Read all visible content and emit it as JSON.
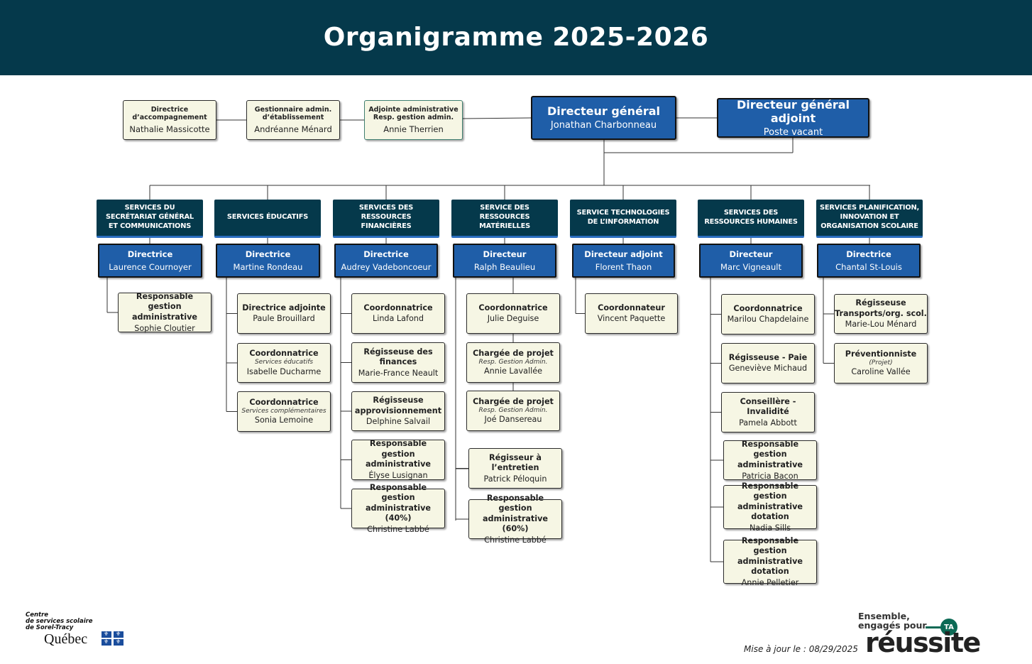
{
  "title": "Organigramme 2025-2026",
  "assistants": [
    {
      "title": "Directrice\nd’accompagnement",
      "name": "Nathalie Massicotte"
    },
    {
      "title": "Gestionnaire admin.\nd’établissement",
      "name": "Andréanne Ménard"
    },
    {
      "title": "Adjointe administrative\nResp. gestion admin.",
      "name": "Annie Therrien"
    }
  ],
  "dg": {
    "title": "Directeur général",
    "name": "Jonathan Charbonneau"
  },
  "dga": {
    "title": "Directeur général adjoint",
    "name": "Poste vacant"
  },
  "services": [
    {
      "name": "SERVICES DU\nSECRÉTARIAT GÉNÉRAL\nET COMMUNICATIONS",
      "head": {
        "title": "Directrice",
        "name": "Laurence Cournoyer"
      },
      "staff": [
        {
          "title": "Responsable gestion\nadministrative",
          "sub": "",
          "name": "Sophie Cloutier"
        }
      ]
    },
    {
      "name": "SERVICES ÉDUCATIFS",
      "head": {
        "title": "Directrice",
        "name": "Martine Rondeau"
      },
      "staff": [
        {
          "title": "Directrice adjointe",
          "sub": "",
          "name": "Paule Brouillard"
        },
        {
          "title": "Coordonnatrice",
          "sub": "Services éducatifs",
          "name": "Isabelle Ducharme"
        },
        {
          "title": "Coordonnatrice",
          "sub": "Services complémentaires",
          "name": "Sonia Lemoine"
        }
      ]
    },
    {
      "name": "SERVICES DES\nRESSOURCES\nFINANCIÈRES",
      "head": {
        "title": "Directrice",
        "name": "Audrey Vadeboncoeur"
      },
      "staff": [
        {
          "title": "Coordonnatrice",
          "sub": "",
          "name": "Linda Lafond"
        },
        {
          "title": "Régisseuse des\nfinances",
          "sub": "",
          "name": "Marie-France Neault"
        },
        {
          "title": "Régisseuse\napprovisionnement",
          "sub": "",
          "name": "Delphine Salvail"
        },
        {
          "title": "Responsable gestion\nadministrative",
          "sub": "",
          "name": "Élyse Lusignan"
        },
        {
          "title": "Responsable gestion\nadministrative (40%)",
          "sub": "",
          "name": "Christine Labbé"
        }
      ]
    },
    {
      "name": "SERVICE DES\nRESSOURCES\nMATÉRIELLES",
      "head": {
        "title": "Directeur",
        "name": "Ralph Beaulieu"
      },
      "staff": [
        {
          "title": "Coordonnatrice",
          "sub": "",
          "name": "Julie Deguise"
        },
        {
          "title": "Chargée de projet",
          "sub": "Resp. Gestion Admin.",
          "name": "Annie Lavallée"
        },
        {
          "title": "Chargée de projet",
          "sub": "Resp. Gestion Admin.",
          "name": "Joé Dansereau"
        },
        {
          "title": "Régisseur à\nl’entretien",
          "sub": "",
          "name": "Patrick Péloquin"
        },
        {
          "title": "Responsable gestion\nadministrative (60%)",
          "sub": "",
          "name": "Christine Labbé"
        }
      ]
    },
    {
      "name": "SERVICE TECHNOLOGIES\nDE L’INFORMATION",
      "head": {
        "title": "Directeur adjoint",
        "name": "Florent Thaon"
      },
      "staff": [
        {
          "title": "Coordonnateur",
          "sub": "",
          "name": "Vincent Paquette"
        }
      ]
    },
    {
      "name": "SERVICES DES\nRESSOURCES HUMAINES",
      "head": {
        "title": "Directeur",
        "name": "Marc Vigneault"
      },
      "staff": [
        {
          "title": "Coordonnatrice",
          "sub": "",
          "name": "Marilou Chapdelaine"
        },
        {
          "title": "Régisseuse - Paie",
          "sub": "",
          "name": "Geneviève Michaud"
        },
        {
          "title": "Conseillère -\nInvalidité",
          "sub": "",
          "name": "Pamela Abbott"
        },
        {
          "title": "Responsable gestion\nadministrative",
          "sub": "",
          "name": "Patricia Bacon"
        },
        {
          "title": "Responsable gestion\nadministrative\ndotation",
          "sub": "",
          "name": "Nadia Sills"
        },
        {
          "title": "Responsable gestion\nadministrative\ndotation",
          "sub": "",
          "name": "Annie Pelletier"
        }
      ]
    },
    {
      "name": "SERVICES PLANIFICATION,\nINNOVATION ET\nORGANISATION SCOLAIRE",
      "head": {
        "title": "Directrice",
        "name": "Chantal St-Louis"
      },
      "staff": [
        {
          "title": "Régisseuse\nTransports/org. scol.",
          "sub": "",
          "name": "Marie-Lou Ménard"
        },
        {
          "title": "Préventionniste",
          "sub": "(Projet)",
          "name": "Caroline Vallée"
        }
      ]
    }
  ],
  "footer": {
    "org_name": "Centre\nde services scolaire\nde Sorel-Tracy",
    "gov": "Québec",
    "updated": "Mise à jour le  : 08/29/2025",
    "slogan": "Ensemble,\nengagés pour",
    "badge": "TA",
    "slogan_big": "réussite"
  },
  "colors": {
    "header": "#05394b",
    "executive": "#1f5ea8",
    "card": "#f6f6e4",
    "accent_green": "#0c6a55"
  }
}
